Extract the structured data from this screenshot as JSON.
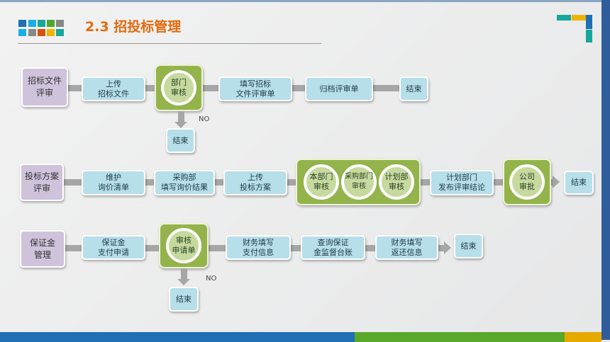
{
  "header": {
    "title": "2.3  招投标管理"
  },
  "colors": {
    "title": "#e26b10",
    "box": "#b7dfe9",
    "label": "#cfc3dc",
    "group": "#93b44a"
  },
  "rows": [
    {
      "label": "招标文件\n评审",
      "steps": [
        "上传\n招标文件",
        "部门\n审核",
        "填写招标\n文件评审单",
        "归档评审单",
        "结束"
      ],
      "branch_label": "NO",
      "branch_end": "结束"
    },
    {
      "label": "投标方案\n评审",
      "steps": [
        "维护\n询价清单",
        "采购部\n填写询价结果",
        "上传\n投标方案",
        "本部门\n审核",
        "采购部门\n审核",
        "计划部\n审核",
        "计划部门\n发布评审结论",
        "公司\n审批",
        "结束"
      ]
    },
    {
      "label": "保证金\n管理",
      "steps": [
        "保证金\n支付申请",
        "审核\n申请单",
        "财务填写\n支付信息",
        "查询保证\n金监督台账",
        "财务填写\n返还信息",
        "结束"
      ],
      "branch_label": "NO",
      "branch_end": "结束"
    }
  ]
}
